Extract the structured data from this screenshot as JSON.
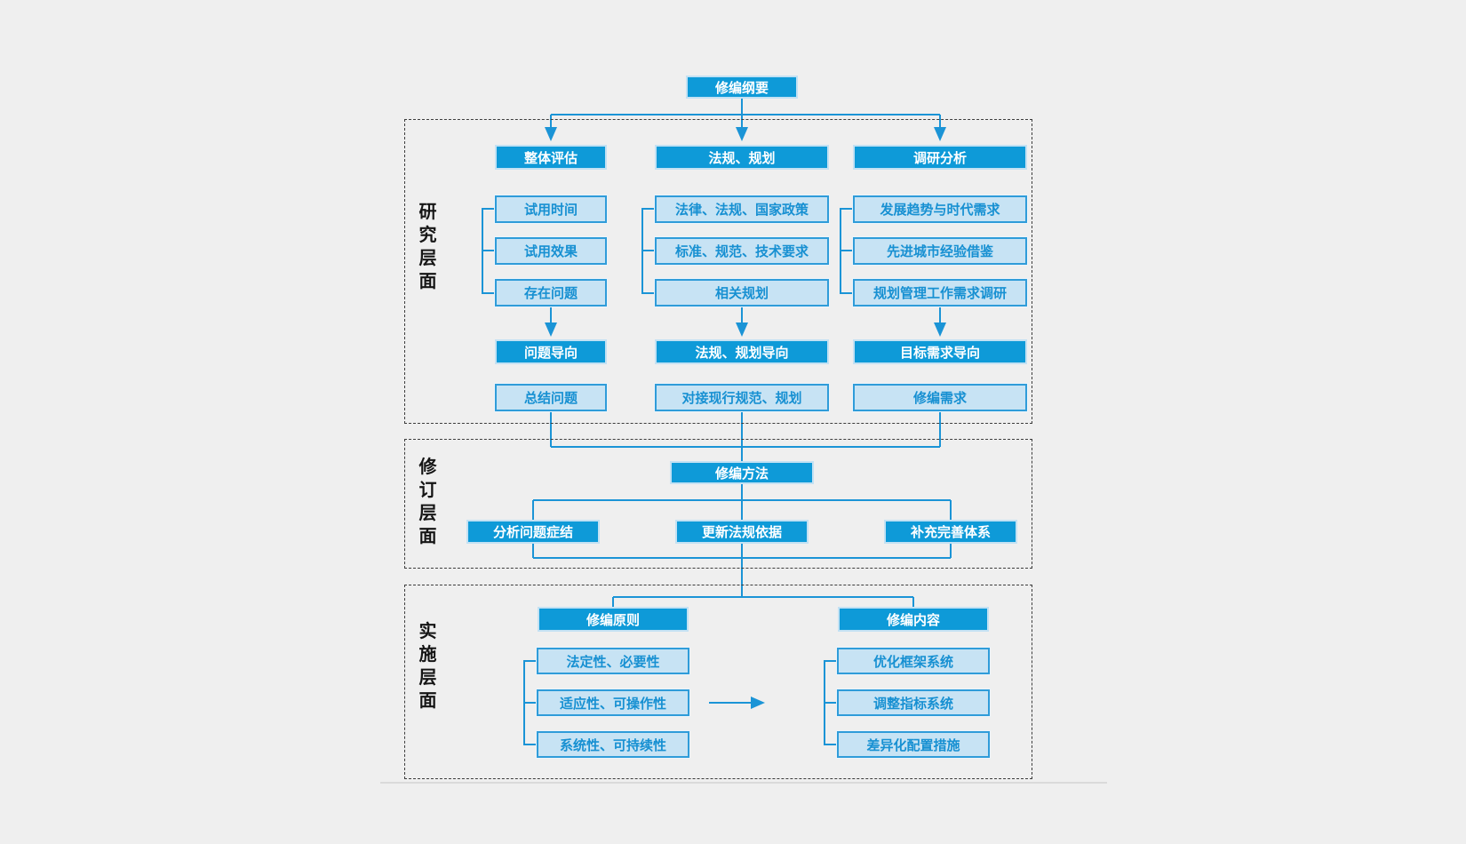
{
  "colors": {
    "canvas_bg": "#efefef",
    "primary_blue": "#0e9ad8",
    "light_fill": "#c7e3f4",
    "light_border": "#2f9cd9",
    "light_text": "#1790d2",
    "wire_blue": "#1b94d6",
    "section_dash": "#3c3c3c"
  },
  "root": {
    "label": "修编纲要"
  },
  "sections": [
    {
      "label": "研究层面",
      "columns": [
        {
          "header": "整体评估",
          "items": [
            "试用时间",
            "试用效果",
            "存在问题"
          ],
          "oriented": "问题导向",
          "result": "总结问题"
        },
        {
          "header": "法规、规划",
          "items": [
            "法律、法规、国家政策",
            "标准、规范、技术要求",
            "相关规划"
          ],
          "oriented": "法规、规划导向",
          "result": "对接现行规范、规划"
        },
        {
          "header": "调研分析",
          "items": [
            "发展趋势与时代需求",
            "先进城市经验借鉴",
            "规划管理工作需求调研"
          ],
          "oriented": "目标需求导向",
          "result": "修编需求"
        }
      ]
    },
    {
      "label": "修订层面",
      "method": "修编方法",
      "children": [
        "分析问题症结",
        "更新法规依据",
        "补充完善体系"
      ]
    },
    {
      "label": "实施层面",
      "groups": [
        {
          "header": "修编原则",
          "items": [
            "法定性、必要性",
            "适应性、可操作性",
            "系统性、可持续性"
          ]
        },
        {
          "header": "修编内容",
          "items": [
            "优化框架系统",
            "调整指标系统",
            "差异化配置措施"
          ]
        }
      ]
    }
  ]
}
